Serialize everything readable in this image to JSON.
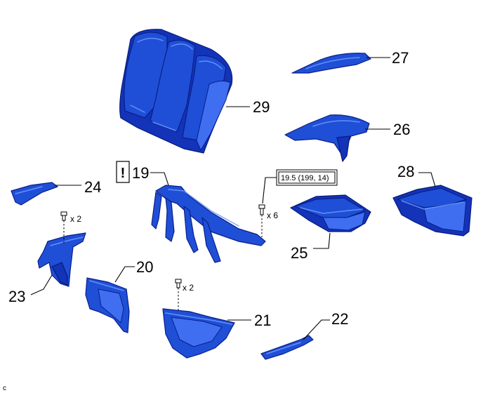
{
  "callouts": {
    "p19": "19",
    "p20": "20",
    "p21": "21",
    "p22": "22",
    "p23": "23",
    "p24": "24",
    "p25": "25",
    "p26": "26",
    "p27": "27",
    "p28": "28",
    "p29": "29"
  },
  "quantities": {
    "clip_23": "x 2",
    "bolt_19": "x 6",
    "clip_21": "x 2"
  },
  "torque_spec": "19.5 (199, 14)",
  "caution_mark": "!",
  "footer_code": "c"
}
